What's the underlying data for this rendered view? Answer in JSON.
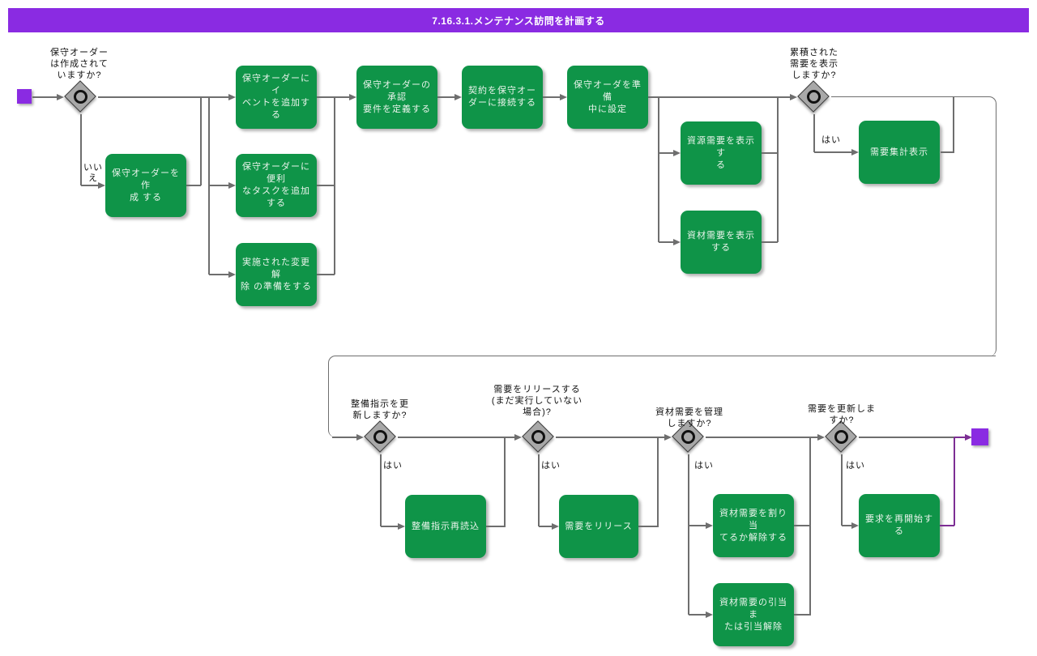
{
  "title": "7.16.3.1.メンテナンス訪問を計画する",
  "colors": {
    "accent_purple": "#8A2BE2",
    "activity_green": "#0F9448",
    "line_gray": "#6e6e6e",
    "purple_edge": "#7D2E94"
  },
  "decisions": {
    "order_created": "保守オーダー\nは作成されて\nいますか?",
    "show_cumulative_demand": "累積された\n需要を表示\nしますか?",
    "update_instruction": "整備指示を更\n新しますか?",
    "release_demand": "需要をリリースする\n(まだ実行していない\n場合)?",
    "manage_material_demand": "資材需要を管理\nしますか?",
    "update_demand": "需要を更新しま\nすか?"
  },
  "activities": {
    "create_order": "保守オーダーを作\n成 する",
    "add_event": "保守オーダーにイ\nベントを追加する",
    "add_task": "保守オーダーに便利\nなタスクを追加する",
    "prepare_change_release": "実施された変更解\n除 の準備をする",
    "define_approval": "保守オーダーの承認\n要件を定義する",
    "connect_contract": "契約を保守オー\nダーに接続する",
    "set_in_preparation": "保守オーダを準備\n中に設定",
    "show_resource_demand": "資源需要を表示す\nる",
    "show_material_demand": "資材需要を表示\nする",
    "demand_summary": "需要集計表示",
    "reload_instruction": "整備指示再読込",
    "release_demand_action": "需要をリリース",
    "assign_or_release_material": "資材需要を割り当\nてるか解除する",
    "material_allocation": "資材需要の引当ま\nたは引当解除",
    "restart_request": "要求を再開始する"
  },
  "labels": {
    "yes": "はい",
    "no": "いい\nえ"
  }
}
